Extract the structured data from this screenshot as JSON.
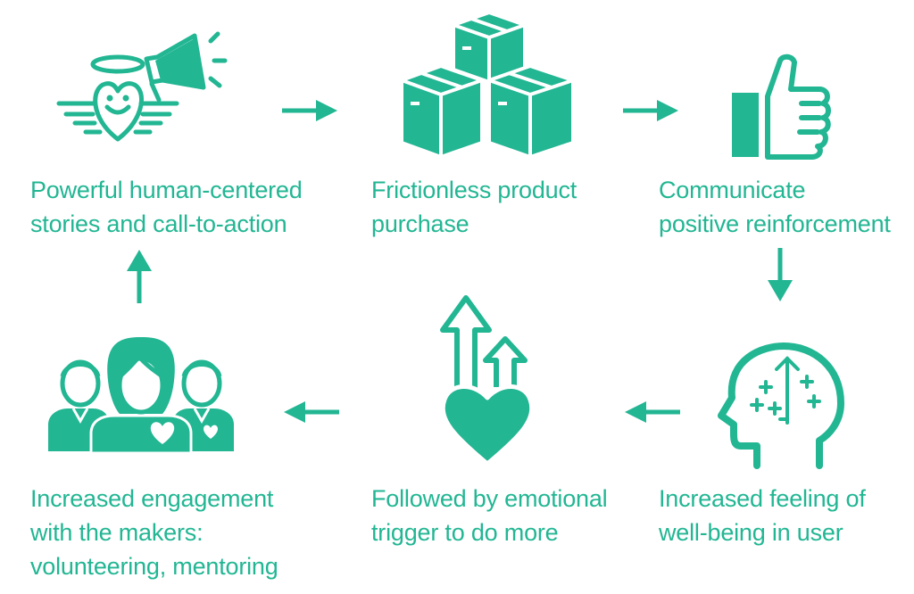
{
  "colors": {
    "accent": "#22b693",
    "background": "#ffffff"
  },
  "steps": [
    {
      "icon": "angel-heart-megaphone-icon",
      "lines": [
        "Powerful human-centered",
        "stories and call-to-action"
      ]
    },
    {
      "icon": "stacked-boxes-icon",
      "lines": [
        "Frictionless product",
        "purchase"
      ]
    },
    {
      "icon": "thumbs-up-icon",
      "lines": [
        "Communicate",
        "positive reinforcement"
      ]
    },
    {
      "icon": "head-with-arrow-icon",
      "lines": [
        "Increased feeling of",
        "well-being in user"
      ]
    },
    {
      "icon": "heart-with-up-arrows-icon",
      "lines": [
        "Followed by emotional",
        "trigger to do more"
      ]
    },
    {
      "icon": "people-group-hearts-icon",
      "lines": [
        "Increased engagement",
        "with the makers:",
        "volunteering, mentoring"
      ]
    }
  ],
  "arrows": [
    "right",
    "right",
    "down",
    "left",
    "left",
    "up"
  ]
}
